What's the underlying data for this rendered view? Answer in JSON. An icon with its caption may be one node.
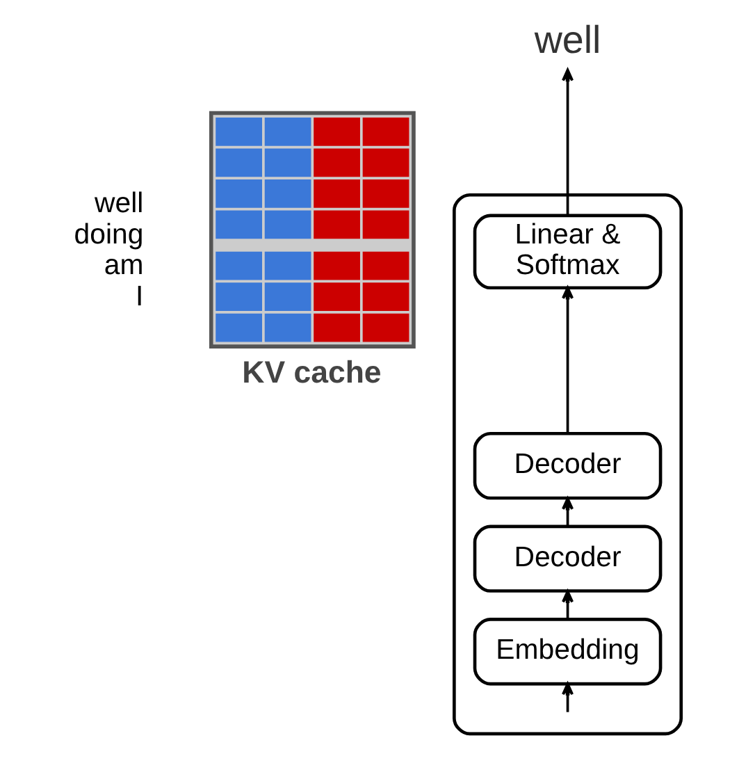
{
  "diagram": {
    "nodes": [
      {
        "text": [],
        "shape": "box"
      },
      {
        "text": [
          "Linear & Softmax"
        ],
        "in": 0
      },
      {
        "text": [
          "Decoder"
        ],
        "in": 0
      },
      {
        "text": [
          "Decoder"
        ],
        "in": 0
      },
      {
        "text": [
          "Embedding"
        ],
        "in": 0
      },
      {
        "text": [
          "well"
        ]
      },
      {
        "text": [
          "KV cache"
        ]
      }
    ],
    "edges": [
      {
        "from": null,
        "to": 4,
        "arrow": "to"
      },
      {
        "from": 4,
        "to": 3,
        "arrow": "to"
      },
      {
        "from": 3,
        "to": 2,
        "arrow": "to"
      },
      {
        "from": 2,
        "to": 1,
        "arrow": "to"
      },
      {
        "from": 1,
        "to": 5,
        "arrow": "to"
      }
    ],
    "labels": [
      "well",
      "doing",
      "am",
      "I"
    ]
  }
}
